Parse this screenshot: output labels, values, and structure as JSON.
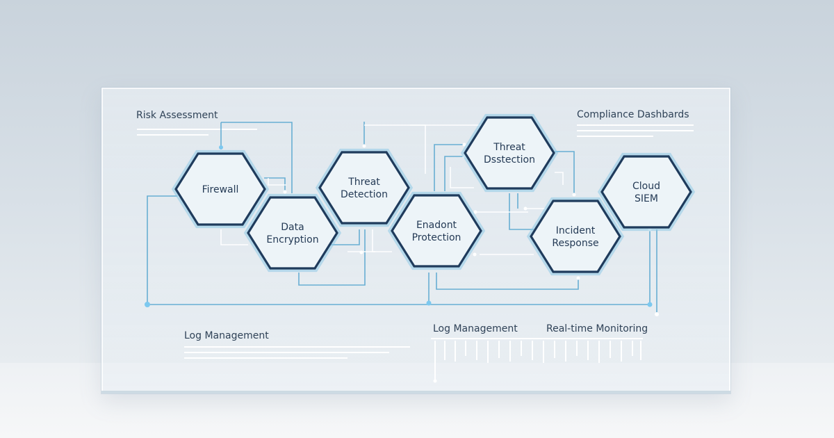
{
  "colors": {
    "hex_stroke": "#1f3b5c",
    "glow": "#8ec9e6",
    "connector": "#5aa7cf",
    "text": "#2f4257"
  },
  "labels": {
    "risk_assessment": "Risk Assessment",
    "compliance_dashboards": "Compliance Dashbards",
    "log_management_left": "Log Management",
    "log_management_right": "Log Management",
    "realtime_monitoring": "Real-time Monitoring"
  },
  "nodes": [
    {
      "id": "firewall",
      "lines": [
        "Firewall"
      ]
    },
    {
      "id": "data-encryption",
      "lines": [
        "Data",
        "Encryption"
      ]
    },
    {
      "id": "threat-detection-1",
      "lines": [
        "Threat",
        "Detection"
      ]
    },
    {
      "id": "endpoint-protection",
      "lines": [
        "Enadont",
        "Protection"
      ]
    },
    {
      "id": "threat-detection-2",
      "lines": [
        "Threat",
        "Dsstection"
      ]
    },
    {
      "id": "incident-response",
      "lines": [
        "Incident",
        "Response"
      ]
    },
    {
      "id": "cloud-siem",
      "lines": [
        "Cloud",
        "SIEM"
      ]
    }
  ]
}
